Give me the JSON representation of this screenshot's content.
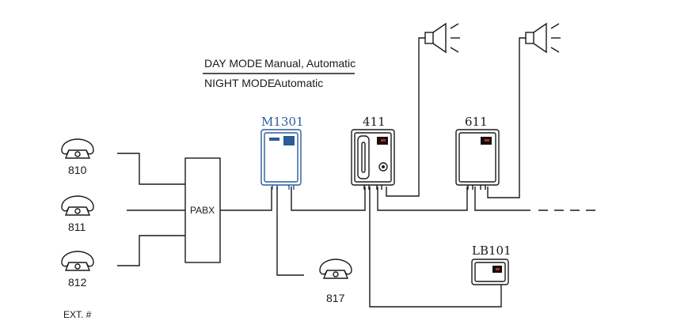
{
  "legend": {
    "day_mode_label": "DAY MODE",
    "day_mode_value": "Manual, Automatic",
    "night_mode_label": "NIGHT MODE",
    "night_mode_value": "Automatic"
  },
  "extensions": {
    "ext_810": "810",
    "ext_811": "811",
    "ext_812": "812",
    "ext_817": "817",
    "legend_label": "EXT. #"
  },
  "devices": {
    "pabx": "PABX",
    "controller": "M1301",
    "station_411": "411",
    "station_611": "611",
    "box_lb101": "LB101"
  },
  "colors": {
    "accent_blue": "#2a5b9a",
    "status_red": "#cc2222",
    "line": "#1a1a1a"
  }
}
